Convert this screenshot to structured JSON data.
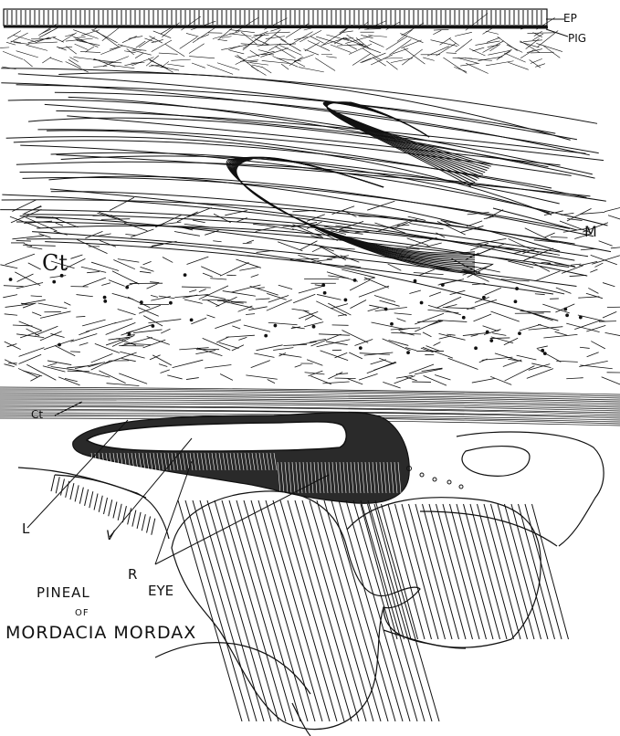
{
  "labels": {
    "ep": "EP",
    "pig": "PIG",
    "m": "M",
    "ct_large": "Ct",
    "ct_small": "Ct",
    "l": "L",
    "v": "V",
    "r": "R",
    "eye": "EYE"
  },
  "caption": {
    "line1": "PINEAL",
    "line2": "OF",
    "line3": "MORDACIA MORDAX"
  },
  "colors": {
    "ink": "#111111",
    "paper": "#ffffff"
  }
}
